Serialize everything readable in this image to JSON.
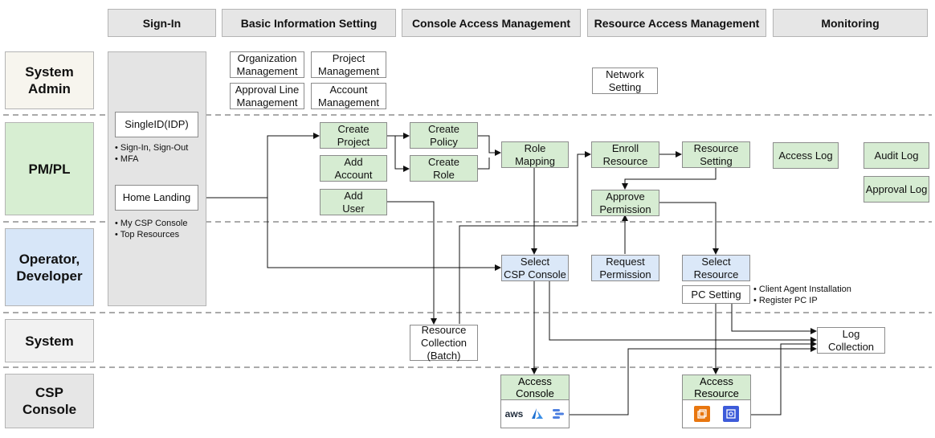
{
  "phases": [
    "Sign-In",
    "Basic Information Setting",
    "Console Access Management",
    "Resource Access Management",
    "Monitoring"
  ],
  "roles": {
    "admin": "System\nAdmin",
    "pm": "PM/PL",
    "ops": "Operator,\nDeveloper",
    "system": "System",
    "csp": "CSP\nConsole"
  },
  "signin": {
    "single_id": "SingleID(IDP)",
    "single_id_notes": "• Sign-In, Sign-Out\n• MFA",
    "home_landing": "Home Landing",
    "home_notes": "• My CSP Console\n• Top Resources"
  },
  "admin_boxes": {
    "org_mgmt": "Organization\nManagement",
    "project_mgmt": "Project\nManagement",
    "approval_line": "Approval Line\nManagement",
    "account_mgmt": "Account\nManagement",
    "network_setting": "Network\nSetting"
  },
  "pm_boxes": {
    "create_project": "Create\nProject",
    "create_policy": "Create\nPolicy",
    "add_account": "Add\nAccount",
    "create_role": "Create\nRole",
    "add_user": "Add\nUser",
    "role_mapping": "Role\nMapping",
    "enroll_resource": "Enroll\nResource",
    "resource_setting": "Resource\nSetting",
    "approve_permission": "Approve\nPermission",
    "access_log": "Access Log",
    "audit_log": "Audit Log",
    "approval_log": "Approval Log"
  },
  "ops_boxes": {
    "select_csp": "Select\nCSP Console",
    "request_permission": "Request\nPermission",
    "select_resource": "Select\nResource",
    "pc_setting": "PC Setting",
    "pc_notes": "• Client Agent Installation\n• Register PC IP"
  },
  "system_boxes": {
    "resource_collection": "Resource\nCollection\n(Batch)",
    "log_collection": "Log\nCollection"
  },
  "csp_boxes": {
    "access_console": "Access\nConsole",
    "access_resource": "Access\nResource",
    "aws_label": "aws"
  },
  "icons": [
    "aws-logo-icon",
    "azure-logo-icon",
    "gcp-logo-icon",
    "ec2-instance-icon",
    "compute-engine-icon"
  ],
  "colors": {
    "phase_bg": "#e6e6e6",
    "admin_bg": "#f7f5ee",
    "pm_bg": "#d7eed2",
    "ops_bg": "#d7e6f8",
    "green_box": "#d6ecd2",
    "blue_box": "#dbe8f8",
    "aws_orange": "#e8760f",
    "azure_blue": "#1c6fd1",
    "gcp_blue": "#4d7fe0",
    "compute_blue": "#3d5bd9"
  }
}
